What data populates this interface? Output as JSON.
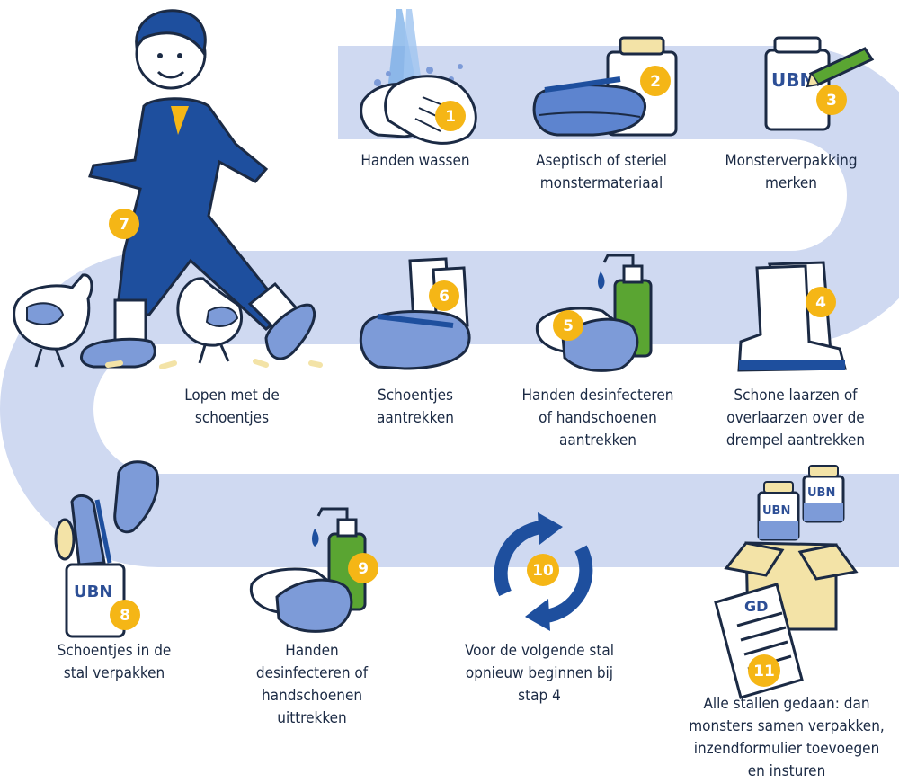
{
  "colors": {
    "path": "#cfd9f1",
    "blue_dark": "#1e4f9e",
    "blue_light": "#7d9bd8",
    "badge": "#f5b616",
    "green": "#5aa532",
    "outline": "#1b2a44"
  },
  "steps": [
    {
      "number": "1",
      "caption": "Handen wassen"
    },
    {
      "number": "2",
      "caption": "Aseptisch of steriel\nmonstermateriaal"
    },
    {
      "number": "3",
      "caption": "Monsterverpakking\nmerken"
    },
    {
      "number": "4",
      "caption": "Schone laarzen of\noverlaarzen over de\ndrempel aantrekken"
    },
    {
      "number": "5",
      "caption": "Handen desinfecteren\nof handschoenen\naantrekken"
    },
    {
      "number": "6",
      "caption": "Schoentjes\naantrekken"
    },
    {
      "number": "7",
      "caption": "Lopen met de\nschoentjes"
    },
    {
      "number": "8",
      "caption": "Schoentjes in de\nstal verpakken"
    },
    {
      "number": "9",
      "caption": "Handen\ndesinfecteren of\nhandschoenen\nuittrekken"
    },
    {
      "number": "10",
      "caption": "Voor de volgende stal\nopnieuw beginnen bij\nstap 4"
    },
    {
      "number": "11",
      "caption": "Alle stallen gedaan: dan\nmonsters samen verpakken,\ninzendformulier toevoegen\nen insturen"
    }
  ],
  "labels": {
    "ubn": "UBN",
    "gd": "GD"
  }
}
